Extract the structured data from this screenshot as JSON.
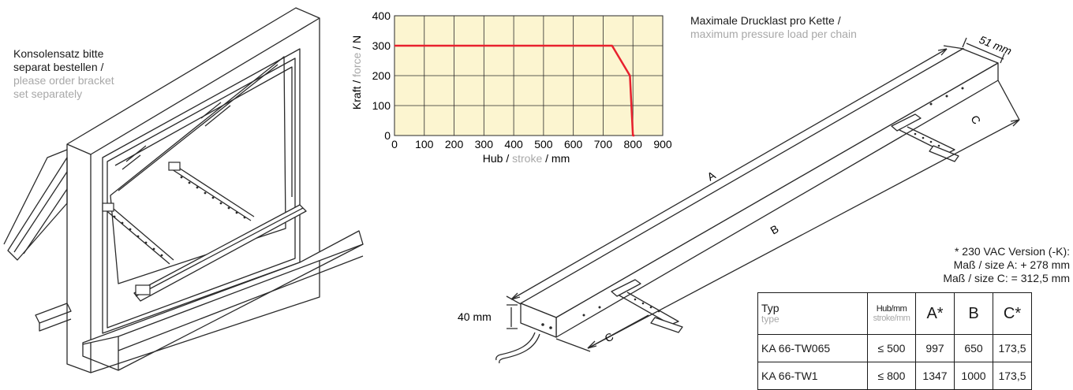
{
  "bracket_note": {
    "line1": "Konsolensatz bitte",
    "line2": "separat bestellen /",
    "line3": "please order bracket",
    "line4": "set separately"
  },
  "load_title": {
    "de": "Maximale Drucklast pro Kette /",
    "en": "maximum pressure load per chain"
  },
  "chart_data": {
    "type": "line",
    "xlabel_de": "Hub / ",
    "xlabel_en": "stroke",
    "xlabel_unit": " / mm",
    "ylabel_de": "Kraft / ",
    "ylabel_en": "force",
    "ylabel_unit": " / N",
    "xlim": [
      0,
      900
    ],
    "ylim": [
      0,
      400
    ],
    "x_ticks": [
      0,
      100,
      200,
      300,
      400,
      500,
      600,
      700,
      800,
      900
    ],
    "y_ticks": [
      0,
      100,
      200,
      300,
      400
    ],
    "grid": true,
    "background_color": "#fcf5d0",
    "line_color": "#e8212e",
    "series": [
      {
        "x": [
          0,
          730,
          790,
          800,
          805
        ],
        "y": [
          300,
          300,
          200,
          0,
          0
        ]
      }
    ]
  },
  "dimensions": {
    "a": "A",
    "b": "B",
    "c": "C",
    "width_51": "51 mm",
    "height_40": "40 mm"
  },
  "vac_note": {
    "line1": "* 230 VAC Version (-K):",
    "line2": "Maß / size A: + 278 mm",
    "line3": "Maß / size C: = 312,5 mm"
  },
  "table": {
    "headers": {
      "typ": "Typ",
      "type": "type",
      "hub": "Hub/mm",
      "stroke": "stroke/mm",
      "a": "A*",
      "b": "B",
      "c": "C*"
    },
    "rows": [
      {
        "typ": "KA 66-TW065",
        "hub": "≤ 500",
        "a": "997",
        "b": "650",
        "c": "173,5"
      },
      {
        "typ": "KA 66-TW1",
        "hub": "≤ 800",
        "a": "1347",
        "b": "1000",
        "c": "173,5"
      }
    ]
  }
}
